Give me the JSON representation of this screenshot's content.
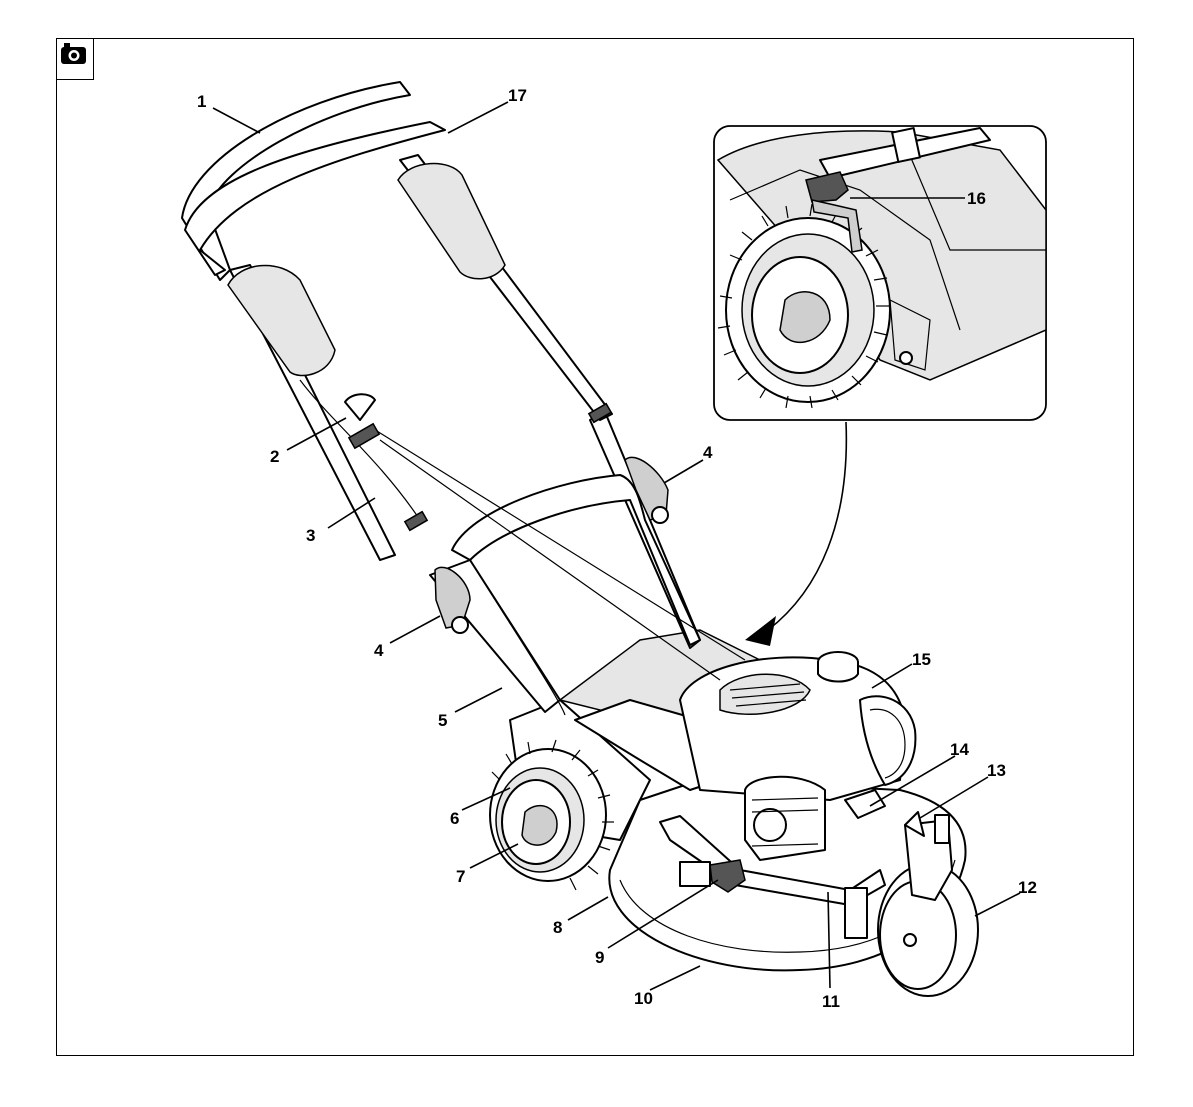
{
  "header": {
    "camera_icon": "camera-icon"
  },
  "callouts": [
    "1",
    "2",
    "3",
    "4",
    "4",
    "5",
    "6",
    "7",
    "8",
    "9",
    "10",
    "11",
    "12",
    "13",
    "14",
    "15",
    "16",
    "17"
  ],
  "detail_view": {
    "label": "16"
  },
  "colors": {
    "line": "#000000",
    "background": "#ffffff"
  }
}
